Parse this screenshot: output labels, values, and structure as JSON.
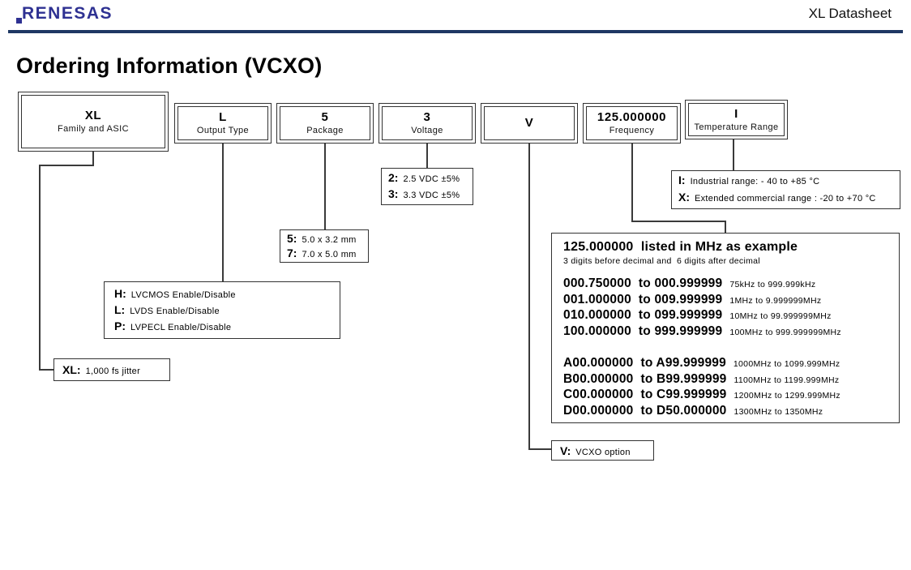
{
  "header": {
    "logo_text": "RENESAS",
    "doc_title": "XL Datasheet"
  },
  "page_title": "Ordering Information (VCXO)",
  "part_fields": [
    {
      "code": "XL",
      "label": "Family and ASIC"
    },
    {
      "code": "L",
      "label": "Output Type"
    },
    {
      "code": "5",
      "label": "Package"
    },
    {
      "code": "3",
      "label": "Voltage"
    },
    {
      "code": "V",
      "label": ""
    },
    {
      "code": "125.000000",
      "label": "Frequency"
    },
    {
      "code": "I",
      "label": "Temperature Range"
    }
  ],
  "callouts": {
    "family": {
      "items": [
        {
          "key": "XL:",
          "text": "1,000 fs jitter"
        }
      ]
    },
    "output_type": {
      "items": [
        {
          "key": "H:",
          "text": "LVCMOS Enable/Disable"
        },
        {
          "key": "L:",
          "text": "LVDS Enable/Disable"
        },
        {
          "key": "P:",
          "text": "LVPECL Enable/Disable"
        }
      ]
    },
    "package": {
      "items": [
        {
          "key": "5:",
          "text": "5.0 x 3.2 mm"
        },
        {
          "key": "7:",
          "text": "7.0 x 5.0 mm"
        }
      ]
    },
    "voltage": {
      "items": [
        {
          "key": "2:",
          "text": "2.5 VDC ±5%"
        },
        {
          "key": "3:",
          "text": "3.3 VDC ±5%"
        }
      ]
    },
    "vcxo": {
      "items": [
        {
          "key": "V:",
          "text": "VCXO option"
        }
      ]
    },
    "temperature": {
      "items": [
        {
          "key": "I:",
          "text": "Industrial range: - 40 to +85 °C"
        },
        {
          "key": "X:",
          "text": "Extended commercial range : -20 to +70 °C"
        }
      ]
    },
    "frequency": {
      "title": "125.000000  listed in MHz as example",
      "subtitle": "3 digits before decimal and  6 digits after decimal",
      "rows_low": [
        {
          "range": "000.750000  to 000.999999",
          "desc": "75kHz to 999.999kHz"
        },
        {
          "range": "001.000000  to 009.999999",
          "desc": "1MHz to 9.999999MHz"
        },
        {
          "range": "010.000000  to 099.999999",
          "desc": "10MHz to 99.999999MHz"
        },
        {
          "range": "100.000000  to 999.999999",
          "desc": "100MHz to 999.999999MHz"
        }
      ],
      "rows_high": [
        {
          "range": "A00.000000  to A99.999999",
          "desc": "1000MHz to 1099.999MHz"
        },
        {
          "range": "B00.000000  to B99.999999",
          "desc": "1100MHz to 1199.999MHz"
        },
        {
          "range": "C00.000000  to C99.999999",
          "desc": "1200MHz to 1299.999MHz"
        },
        {
          "range": "D00.000000  to D50.000000",
          "desc": "1300MHz to 1350MHz"
        }
      ]
    }
  },
  "colors": {
    "brand_blue": "#2e3192",
    "rule_blue": "#1f3864",
    "line": "#3a3a3a"
  }
}
